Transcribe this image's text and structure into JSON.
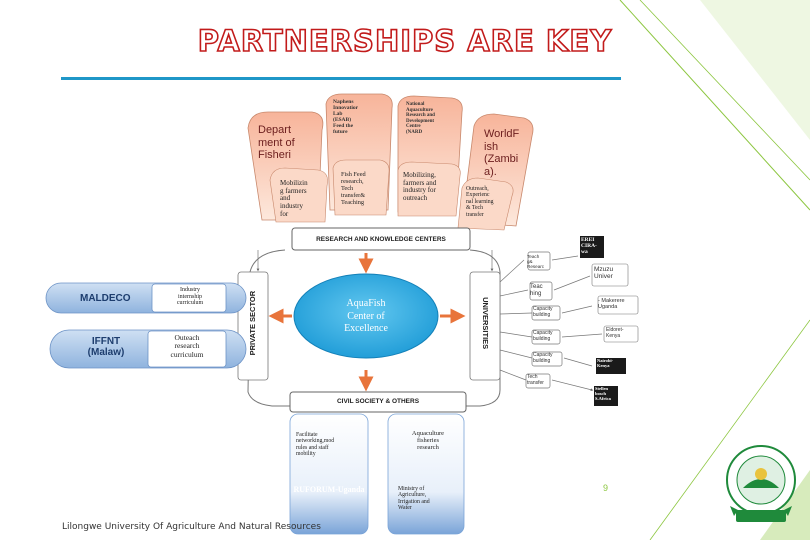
{
  "slide": {
    "title": "PARTNERSHIPS ARE KEY",
    "footer": "Lilongwe University Of Agriculture And Natural Resources",
    "page_number": "9",
    "colors": {
      "title": "#c21b1b",
      "rule": "#1f97c8",
      "accent": "#8cc63f"
    }
  },
  "diagram": {
    "fingers": [
      {
        "title": "Depart\nment of\nFisheri",
        "inner": "Mobilizin\ng farmers\nand\nindustry\nfor"
      },
      {
        "title": "Naphens\nInnovatior\nLab\n(ESAB)\nFeed    the\nfuture",
        "inner": "Fish    Feed\nresearch,\nTech\ntransfer&\nTeaching"
      },
      {
        "title": "National\nAquaculture\nResearch and\nDevelopment\nCentre\n(NARD",
        "inner": "Mobilizing,\nfarmers and\nindustry for\noutreach"
      },
      {
        "title": "WorldF\nish\n(Zambi\na).",
        "inner": "Outreach,\nExperienc\nnal learning\n&      Tech\ntransfer"
      }
    ],
    "top_bar": "RESEARCH AND KNOWLEDGE CENTERS",
    "bottom_bar": "CIVIL SOCIETY & OTHERS",
    "left_label": "PRIVATE SECTOR",
    "right_label": "UNIVERSITIES",
    "center": "AquaFish\nCenter of\nExcellence",
    "private_partners": [
      {
        "name": "MALDECO",
        "role": "Industry\ninternship\ncurriculum"
      },
      {
        "name": "IFFNT\n(Malaw)",
        "role": "Outeach\nresearch\ncurriculum"
      }
    ],
    "university_links": [
      {
        "role": "Teach\ng&\nResearc",
        "university": "EREI\nCIRA-\nwa"
      },
      {
        "role": "Teac\nhing",
        "university": "Mzuzu\nUniver"
      },
      {
        "role": "Capacity\nbuilding",
        "university": "- Makerere\nUganda"
      },
      {
        "role": "Capacity\nbuilding",
        "university": "Eldoret-\nKenya"
      },
      {
        "role": "Capacity\nbuilding",
        "university": "Nairobi-\nKenya"
      },
      {
        "role": "Tech\ntransfer",
        "university": "Stellen\nbosch\nS.Africa"
      }
    ],
    "civil_partners": [
      {
        "role": "Facilitate\nnetworking,mod\nrules   and   staff\nmobility",
        "name": "RUFORUM-Uganda"
      },
      {
        "role": "Aquaculture\nfisheries\nresearch",
        "name": "Ministry     of\nAgriculture,\nIrrigation   and\nWater"
      }
    ]
  }
}
